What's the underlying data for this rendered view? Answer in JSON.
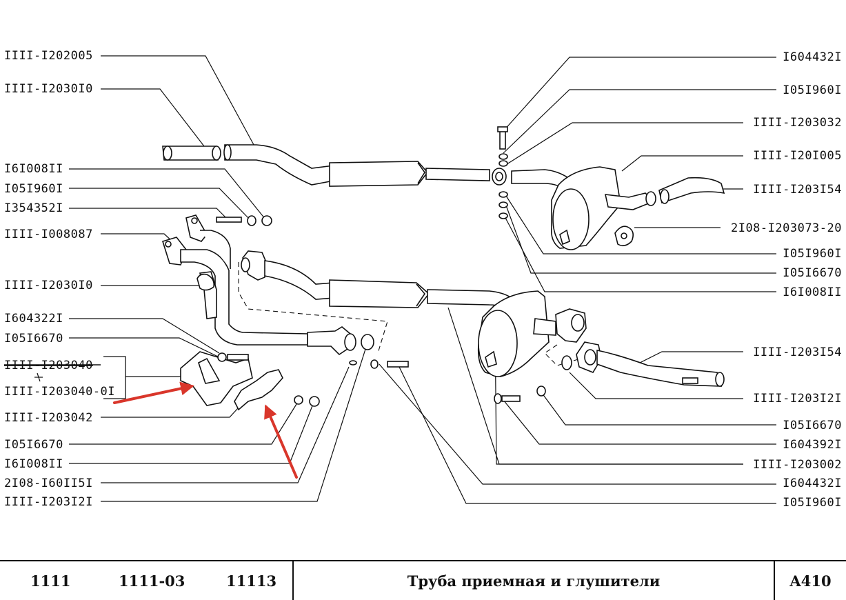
{
  "left_labels": [
    {
      "id": "l1",
      "text": "IIII-I202005"
    },
    {
      "id": "l2",
      "text": "IIII-I2030I0"
    },
    {
      "id": "l3",
      "text": "I6I008II"
    },
    {
      "id": "l4",
      "text": "I05I960I"
    },
    {
      "id": "l5",
      "text": "I354352I"
    },
    {
      "id": "l6",
      "text": "IIII-I008087"
    },
    {
      "id": "l7",
      "text": "IIII-I2030I0"
    },
    {
      "id": "l8",
      "text": "I604322I"
    },
    {
      "id": "l9",
      "text": "I05I6670"
    },
    {
      "id": "l10",
      "text": "IIII-I203040"
    },
    {
      "id": "l11",
      "text": "IIII-I203040-0I"
    },
    {
      "id": "l12",
      "text": "IIII-I203042"
    },
    {
      "id": "l13",
      "text": "I05I6670"
    },
    {
      "id": "l14",
      "text": "I6I008II"
    },
    {
      "id": "l15",
      "text": "2I08-I60II5I"
    },
    {
      "id": "l16",
      "text": "IIII-I203I2I"
    }
  ],
  "right_labels": [
    {
      "id": "r1",
      "text": "I604432I"
    },
    {
      "id": "r2",
      "text": "I05I960I"
    },
    {
      "id": "r3",
      "text": "IIII-I203032"
    },
    {
      "id": "r4",
      "text": "IIII-I20I005"
    },
    {
      "id": "r5",
      "text": "IIII-I203I54"
    },
    {
      "id": "r6",
      "text": "2I08-I203073-20"
    },
    {
      "id": "r7",
      "text": "I05I960I"
    },
    {
      "id": "r8",
      "text": "I05I6670"
    },
    {
      "id": "r9",
      "text": "I6I008II"
    },
    {
      "id": "r10",
      "text": "IIII-I203I54"
    },
    {
      "id": "r11",
      "text": "IIII-I203I2I"
    },
    {
      "id": "r12",
      "text": "I05I6670"
    },
    {
      "id": "r13",
      "text": "I604392I"
    },
    {
      "id": "r14",
      "text": "IIII-I203002"
    },
    {
      "id": "r15",
      "text": "I604432I"
    },
    {
      "id": "r16",
      "text": "I05I960I"
    }
  ],
  "footer": {
    "model_1": "1111",
    "model_2": "1111-03",
    "model_3": "11113",
    "title": "Труба приемная и глушители",
    "code": "A410"
  },
  "colors": {
    "ink": "#111111",
    "arrow": "#d9362b"
  }
}
